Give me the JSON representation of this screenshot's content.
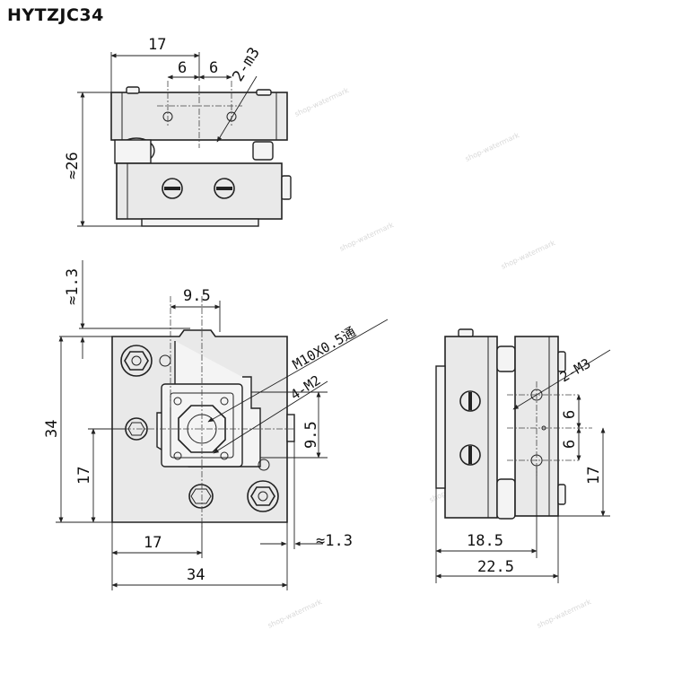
{
  "title": "HYTZJC34",
  "top_view": {
    "dim_width": "17",
    "dim_hole_1": "6",
    "dim_hole_2": "6",
    "dim_height": "≈26",
    "label_holes": "2-m3"
  },
  "front_view": {
    "dim_offset_top": "≈1.3",
    "dim_center": "9.5",
    "label_thread": "M10X0.5通",
    "label_holes": "4-M2",
    "dim_vertical_center": "9.5",
    "dim_height": "34",
    "dim_half_height": "17",
    "dim_half_width": "17",
    "dim_offset_right": "≈1.3",
    "dim_width": "34"
  },
  "side_view": {
    "label_holes": "2-M3",
    "dim_hole_1": "6",
    "dim_hole_2": "6",
    "dim_half_height": "17",
    "dim_body": "18.5",
    "dim_total": "22.5"
  }
}
